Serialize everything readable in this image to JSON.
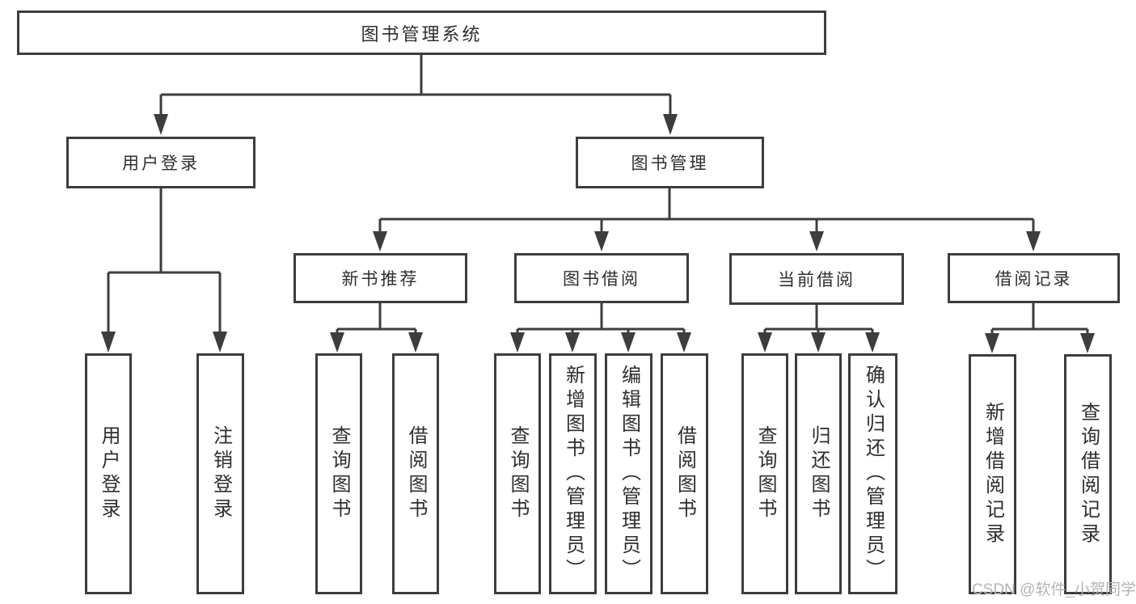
{
  "diagram": {
    "root": {
      "label": "图书管理系统"
    },
    "children": [
      {
        "label": "用户登录",
        "children": [
          {
            "label": "用户登录"
          },
          {
            "label": "注销登录"
          }
        ]
      },
      {
        "label": "图书管理",
        "children": [
          {
            "label": "新书推荐",
            "children": [
              {
                "label": "查询图书"
              },
              {
                "label": "借阅图书"
              }
            ]
          },
          {
            "label": "图书借阅",
            "children": [
              {
                "label": "查询图书"
              },
              {
                "label": "新增图书（管理员）"
              },
              {
                "label": "编辑图书（管理员）"
              },
              {
                "label": "借阅图书"
              }
            ]
          },
          {
            "label": "当前借阅",
            "children": [
              {
                "label": "查询图书"
              },
              {
                "label": "归还图书"
              },
              {
                "label": "确认归还（管理员）"
              }
            ]
          },
          {
            "label": "借阅记录",
            "children": [
              {
                "label": "新增借阅记录"
              },
              {
                "label": "查询借阅记录"
              }
            ]
          }
        ]
      }
    ]
  },
  "watermark": {
    "text": "CSDN @软件_小贺同学"
  },
  "colors": {
    "line": "#3d3d3d",
    "text": "#2e2e2e",
    "box_fill": "#ffffff",
    "background": "#ffffff",
    "watermark": "#b3b3b3"
  }
}
